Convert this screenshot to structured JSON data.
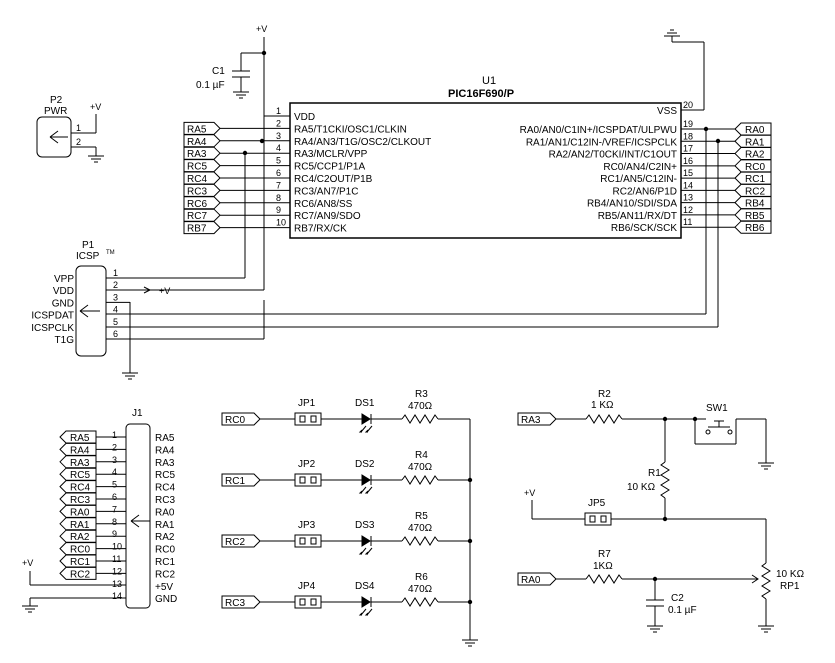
{
  "u1": {
    "ref": "U1",
    "part": "PIC16F690/P",
    "left_pins": [
      {
        "num": "1",
        "name": "VDD",
        "net": ""
      },
      {
        "num": "2",
        "name": "RA5/T1CKI/OSC1/CLKIN",
        "net": "RA5"
      },
      {
        "num": "3",
        "name": "RA4/AN3/T1G/OSC2/CLKOUT",
        "net": "RA4"
      },
      {
        "num": "4",
        "name": "RA3/MCLR/VPP",
        "net": "RA3"
      },
      {
        "num": "5",
        "name": "RC5/CCP1/P1A",
        "net": "RC5"
      },
      {
        "num": "6",
        "name": "RC4/C2OUT/P1B",
        "net": "RC4"
      },
      {
        "num": "7",
        "name": "RC3/AN7/P1C",
        "net": "RC3"
      },
      {
        "num": "8",
        "name": "RC6/AN8/SS",
        "net": "RC6"
      },
      {
        "num": "9",
        "name": "RC7/AN9/SDO",
        "net": "RC7"
      },
      {
        "num": "10",
        "name": "RB7/RX/CK",
        "net": "RB7"
      }
    ],
    "right_pins": [
      {
        "num": "20",
        "name": "VSS",
        "net": ""
      },
      {
        "num": "19",
        "name": "RA0/AN0/C1IN+/ICSPDAT/ULPWU",
        "net": "RA0"
      },
      {
        "num": "18",
        "name": "RA1/AN1/C12IN-/VREF/ICSPCLK",
        "net": "RA1"
      },
      {
        "num": "17",
        "name": "RA2/AN2/T0CKI/INT/C1OUT",
        "net": "RA2"
      },
      {
        "num": "16",
        "name": "RC0/AN4/C2IN+",
        "net": "RC0"
      },
      {
        "num": "15",
        "name": "RC1/AN5/C12IN-",
        "net": "RC1"
      },
      {
        "num": "14",
        "name": "RC2/AN6/P1D",
        "net": "RC2"
      },
      {
        "num": "13",
        "name": "RB4/AN10/SDI/SDA",
        "net": "RB4"
      },
      {
        "num": "12",
        "name": "RB5/AN11/RX/DT",
        "net": "RB5"
      },
      {
        "num": "11",
        "name": "RB6/SCK/SCK",
        "net": "RB6"
      }
    ]
  },
  "c1": {
    "ref": "C1",
    "value": "0.1 µF",
    "supply": "+V"
  },
  "p2": {
    "ref": "P2",
    "name": "PWR",
    "pins": [
      "1",
      "2"
    ],
    "supply": "+V"
  },
  "p1": {
    "ref": "P1",
    "name": "ICSP",
    "tm": "TM",
    "supply": "+V",
    "pins": [
      {
        "num": "1",
        "label": "VPP"
      },
      {
        "num": "2",
        "label": "VDD"
      },
      {
        "num": "3",
        "label": "GND"
      },
      {
        "num": "4",
        "label": "ICSPDAT"
      },
      {
        "num": "5",
        "label": "ICSPCLK"
      },
      {
        "num": "6",
        "label": "T1G"
      }
    ]
  },
  "j1": {
    "ref": "J1",
    "supply": "+V",
    "pins": [
      {
        "num": "1",
        "net": "RA5",
        "label": "RA5"
      },
      {
        "num": "2",
        "net": "RA4",
        "label": "RA4"
      },
      {
        "num": "3",
        "net": "RA3",
        "label": "RA3"
      },
      {
        "num": "4",
        "net": "RC5",
        "label": "RC5"
      },
      {
        "num": "5",
        "net": "RC4",
        "label": "RC4"
      },
      {
        "num": "6",
        "net": "RC3",
        "label": "RC3"
      },
      {
        "num": "7",
        "net": "RA0",
        "label": "RA0"
      },
      {
        "num": "8",
        "net": "RA1",
        "label": "RA1"
      },
      {
        "num": "9",
        "net": "RA2",
        "label": "RA2"
      },
      {
        "num": "10",
        "net": "RC0",
        "label": "RC0"
      },
      {
        "num": "11",
        "net": "RC1",
        "label": "RC1"
      },
      {
        "num": "12",
        "net": "RC2",
        "label": "RC2"
      },
      {
        "num": "13",
        "net": "",
        "label": "+5V"
      },
      {
        "num": "14",
        "net": "",
        "label": "GND"
      }
    ]
  },
  "leds": [
    {
      "net": "RC0",
      "jumper": "JP1",
      "diode": "DS1",
      "res": "R3",
      "value": "470Ω"
    },
    {
      "net": "RC1",
      "jumper": "JP2",
      "diode": "DS2",
      "res": "R4",
      "value": "470Ω"
    },
    {
      "net": "RC2",
      "jumper": "JP3",
      "diode": "DS3",
      "res": "R5",
      "value": "470Ω"
    },
    {
      "net": "RC3",
      "jumper": "JP4",
      "diode": "DS4",
      "res": "R6",
      "value": "470Ω"
    }
  ],
  "switch_circuit": {
    "net": "RA3",
    "r2": {
      "ref": "R2",
      "value": "1 KΩ"
    },
    "sw": "SW1",
    "r1": {
      "ref": "R1",
      "value": "10 KΩ"
    },
    "supply": "+V",
    "jp5": "JP5"
  },
  "pot_circuit": {
    "net": "RA0",
    "r7": {
      "ref": "R7",
      "value": "1KΩ"
    },
    "c2": {
      "ref": "C2",
      "value": "0.1 µF"
    },
    "rp1": {
      "ref": "RP1",
      "value": "10 KΩ"
    }
  }
}
